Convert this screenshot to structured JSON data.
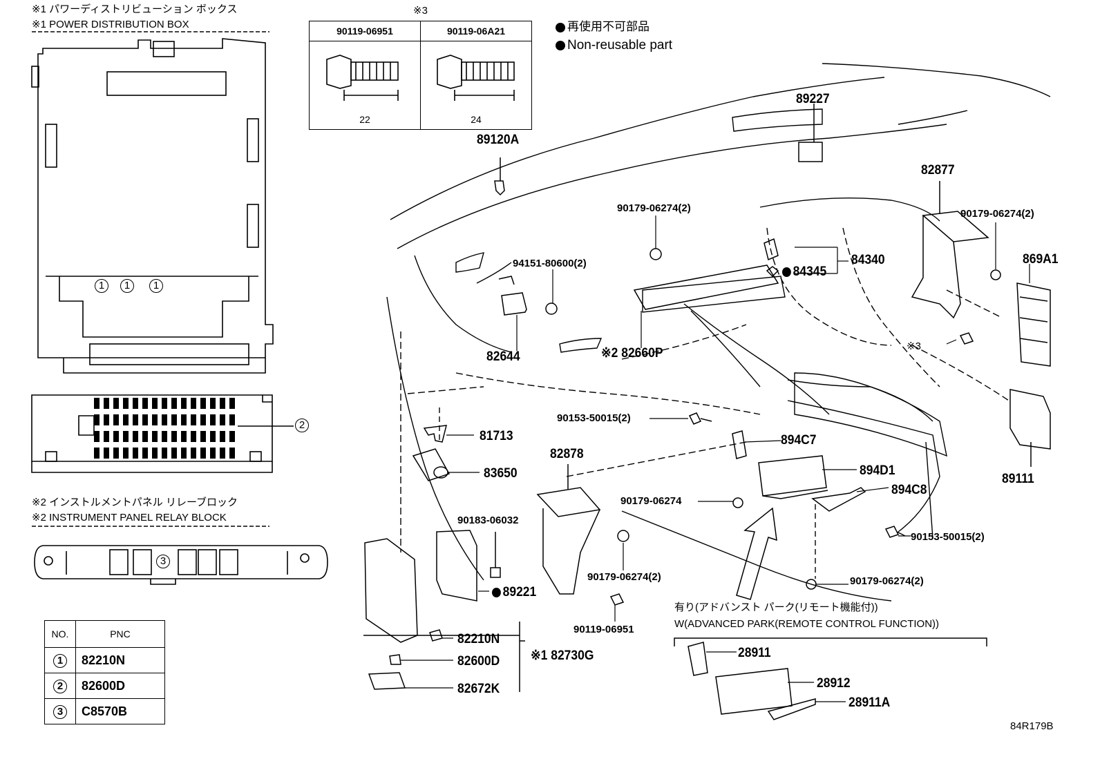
{
  "notes": {
    "pdb_jp": "※1 パワーディストリビューション ボックス",
    "pdb_en": "※1 POWER DISTRIBUTION BOX",
    "iprb_jp": "※2 インストルメントパネル リレーブロック",
    "iprb_en": "※2 INSTRUMENT PANEL RELAY BLOCK",
    "ref3": "※3",
    "legend_jp": "再使用不可部品",
    "legend_en": "Non-reusable part",
    "adv_jp": "有り(アドバンスト パーク(リモート機能付))",
    "adv_en": "W(ADVANCED PARK(REMOTE CONTROL FUNCTION))",
    "ref_star3": "※3",
    "diagram_id": "84R179B"
  },
  "bolts": [
    {
      "pn": "90119-06951",
      "dim": "22"
    },
    {
      "pn": "90119-06A21",
      "dim": "24"
    }
  ],
  "circles": {
    "c1": "1",
    "c2": "2",
    "c3": "3"
  },
  "pnc_table": {
    "headers": [
      "NO.",
      "PNC"
    ],
    "rows": [
      {
        "no": "1",
        "pnc": "82210N"
      },
      {
        "no": "2",
        "pnc": "82600D"
      },
      {
        "no": "3",
        "pnc": "C8570B"
      }
    ]
  },
  "labels": {
    "p89120A": "89120A",
    "p89227": "89227",
    "p82877": "82877",
    "p90179a": "90179-06274(2)",
    "p90179b": "90179-06274(2)",
    "p869A1": "869A1",
    "p94151": "94151-80600(2)",
    "p84345": "84345",
    "p84340": "84340",
    "p82644": "82644",
    "p82660P": "※2 82660P",
    "p81713": "81713",
    "p90153a": "90153-50015(2)",
    "p894C7": "894C7",
    "p83650": "83650",
    "p82878": "82878",
    "p894D1": "894D1",
    "p89111": "89111",
    "p894C8": "894C8",
    "p90183": "90183-06032",
    "p90179c": "90179-06274",
    "p90153b": "90153-50015(2)",
    "p90179d": "90179-06274(2)",
    "p89221": "89221",
    "p90179e": "90179-06274(2)",
    "p90119": "90119-06951",
    "p82210N": "82210N",
    "p82600D": "82600D",
    "p82730G": "※1 82730G",
    "p82672K": "82672K",
    "p28911": "28911",
    "p28912": "28912",
    "p28911A": "28911A"
  }
}
